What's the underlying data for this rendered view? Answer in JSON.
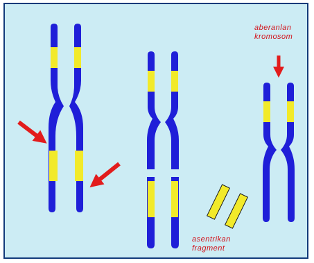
{
  "labels": {
    "aberrant_line1": "aberanlan",
    "aberrant_line2": "kromosom",
    "fragment_line1": "asentrikan",
    "fragment_line2": "fragment"
  },
  "colors": {
    "background": "#ccecf4",
    "frame": "#123a7a",
    "chromatid": "#1f1fd8",
    "band": "#f2ea2a",
    "arrow": "#e21c1c"
  },
  "icons": [
    "arrow-icon"
  ]
}
